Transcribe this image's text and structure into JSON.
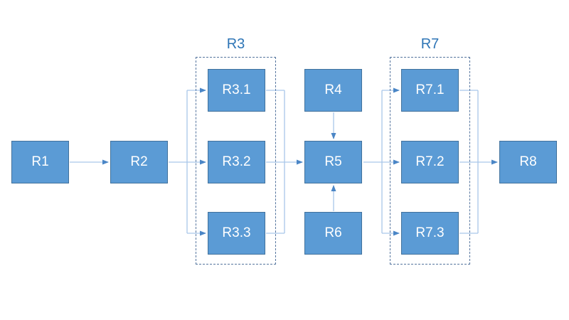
{
  "diagram_title": "",
  "nodes": {
    "R1": {
      "label": "R1"
    },
    "R2": {
      "label": "R2"
    },
    "R3_1": {
      "label": "R3.1"
    },
    "R3_2": {
      "label": "R3.2"
    },
    "R3_3": {
      "label": "R3.3"
    },
    "R4": {
      "label": "R4"
    },
    "R5": {
      "label": "R5"
    },
    "R6": {
      "label": "R6"
    },
    "R7_1": {
      "label": "R7.1"
    },
    "R7_2": {
      "label": "R7.2"
    },
    "R7_3": {
      "label": "R7.3"
    },
    "R8": {
      "label": "R8"
    }
  },
  "groups": {
    "R3": {
      "label": "R3",
      "children": [
        "R3.1",
        "R3.2",
        "R3.3"
      ]
    },
    "R7": {
      "label": "R7",
      "children": [
        "R7.1",
        "R7.2",
        "R7.3"
      ]
    }
  },
  "edges": [
    {
      "from": "R1",
      "to": "R2"
    },
    {
      "from": "R2",
      "to": "R3.1"
    },
    {
      "from": "R2",
      "to": "R3.2"
    },
    {
      "from": "R2",
      "to": "R3.3"
    },
    {
      "from": "R3.1",
      "to": "R5"
    },
    {
      "from": "R3.2",
      "to": "R5"
    },
    {
      "from": "R3.3",
      "to": "R5"
    },
    {
      "from": "R4",
      "to": "R5"
    },
    {
      "from": "R6",
      "to": "R5"
    },
    {
      "from": "R5",
      "to": "R7.1"
    },
    {
      "from": "R5",
      "to": "R7.2"
    },
    {
      "from": "R5",
      "to": "R7.3"
    },
    {
      "from": "R7.1",
      "to": "R8"
    },
    {
      "from": "R7.2",
      "to": "R8"
    },
    {
      "from": "R7.3",
      "to": "R8"
    }
  ],
  "colors": {
    "canvas_bg": "#FFFFFF",
    "node_fill": "#5B9BD5",
    "node_border": "#41719C",
    "node_text": "#FFFFFF",
    "edge_line": "#A9C7E9",
    "edge_arrow": "#4B86C6",
    "group_border": "#54749E",
    "group_label": "#2E75B6"
  }
}
